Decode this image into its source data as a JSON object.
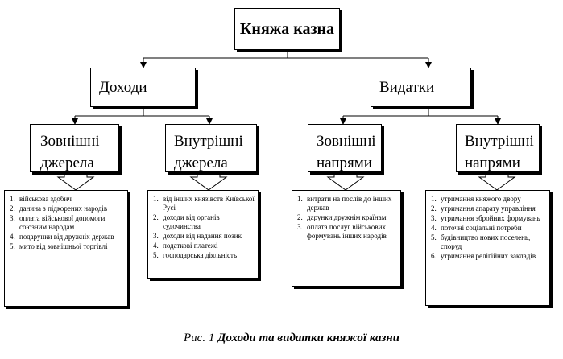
{
  "root": {
    "title": "Княжа казна"
  },
  "income": {
    "title": "Доходи",
    "external": {
      "title_line1": "Зовнішні",
      "title_line2": "джерела",
      "items": [
        {
          "num": "1.",
          "text": "військова здобич"
        },
        {
          "num": "2.",
          "text": "данина з підкорених народів"
        },
        {
          "num": "3.",
          "text": "оплата військової допомоги союзним народам"
        },
        {
          "num": "4.",
          "text": "подарунки від дружніх держав"
        },
        {
          "num": "5.",
          "text": "мито від зовнішньої торгівлі"
        }
      ]
    },
    "internal": {
      "title_line1": "Внутрішні",
      "title_line2": "джерела",
      "items": [
        {
          "num": "1.",
          "text": "від інших князівств Київської Русі"
        },
        {
          "num": "2.",
          "text": "доходи від органів судочинства"
        },
        {
          "num": "3.",
          "text": "доходи від надання позик"
        },
        {
          "num": "4.",
          "text": "податкові платежі"
        },
        {
          "num": "5.",
          "text": "господарська діяльність"
        }
      ]
    }
  },
  "expenses": {
    "title": "Видатки",
    "external": {
      "title_line1": "Зовнішні",
      "title_line2": "напрями",
      "items": [
        {
          "num": "1.",
          "text": "витрати на послів до інших держав"
        },
        {
          "num": "2.",
          "text": "дарунки дружнім країнам"
        },
        {
          "num": "3.",
          "text": "оплата послуг військових формувань інших народів"
        }
      ]
    },
    "internal": {
      "title_line1": "Внутрішні",
      "title_line2": "напрями",
      "items": [
        {
          "num": "1.",
          "text": "утримання княжого двору"
        },
        {
          "num": "2.",
          "text": "утримання апарату управління"
        },
        {
          "num": "3.",
          "text": "утримання збройних формувань"
        },
        {
          "num": "4.",
          "text": "поточні соціальні потреби"
        },
        {
          "num": "5.",
          "text": "будівництво нових поселень, споруд"
        },
        {
          "num": "6.",
          "text": "утримання релігійних закладів"
        }
      ]
    }
  },
  "caption": {
    "prefix": "Рис. 1",
    "title": "Доходи та видатки княжої казни"
  }
}
